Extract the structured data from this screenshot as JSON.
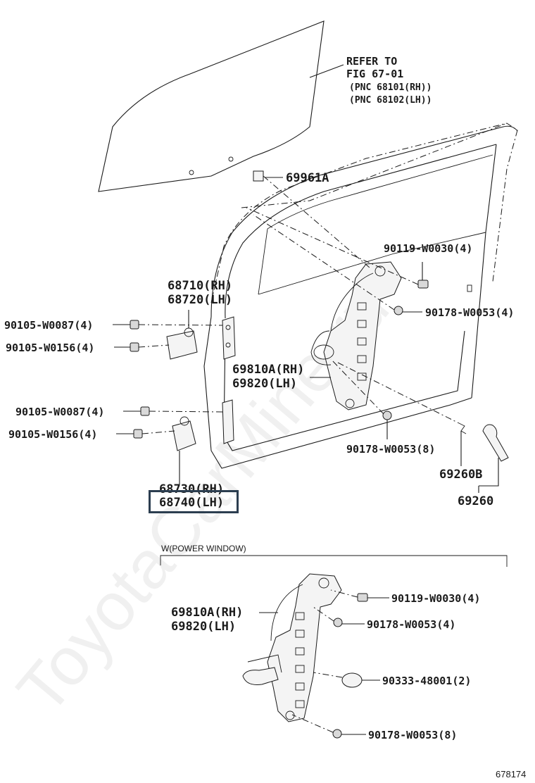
{
  "watermark": "ToyotaCarMine.ru",
  "refer_note": {
    "line1": "REFER TO",
    "line2": "FIG 67-01",
    "line3": "(PNC 68101(RH))",
    "line4": "(PNC 68102(LH))"
  },
  "callouts": {
    "c69961a": "69961A",
    "c90119_top": "90119-W0030(4)",
    "c90178_top": "90178-W0053(4)",
    "c68710": "68710(RH)",
    "c68720": "68720(LH)",
    "c90105_87_a": "90105-W0087(4)",
    "c90105_156_a": "90105-W0156(4)",
    "c69810a_top": "69810A(RH)",
    "c69820_top": "69820(LH)",
    "c90105_87_b": "90105-W0087(4)",
    "c90105_156_b": "90105-W0156(4)",
    "c90178_mid": "90178-W0053(8)",
    "c69260b": "69260B",
    "c69260": "69260",
    "c68730": "68730(RH)",
    "c68740": "68740(LH)"
  },
  "inset": {
    "title": "W(POWER WINDOW)",
    "c69810a": "69810A(RH)",
    "c69820": "69820(LH)",
    "c90119": "90119-W0030(4)",
    "c90178_a": "90178-W0053(4)",
    "c90333": "90333-48001(2)",
    "c90178_b": "90178-W0053(8)"
  },
  "figure_number": "678174",
  "colors": {
    "ink": "#1a1a1a",
    "highlight": "#2c3e50"
  }
}
